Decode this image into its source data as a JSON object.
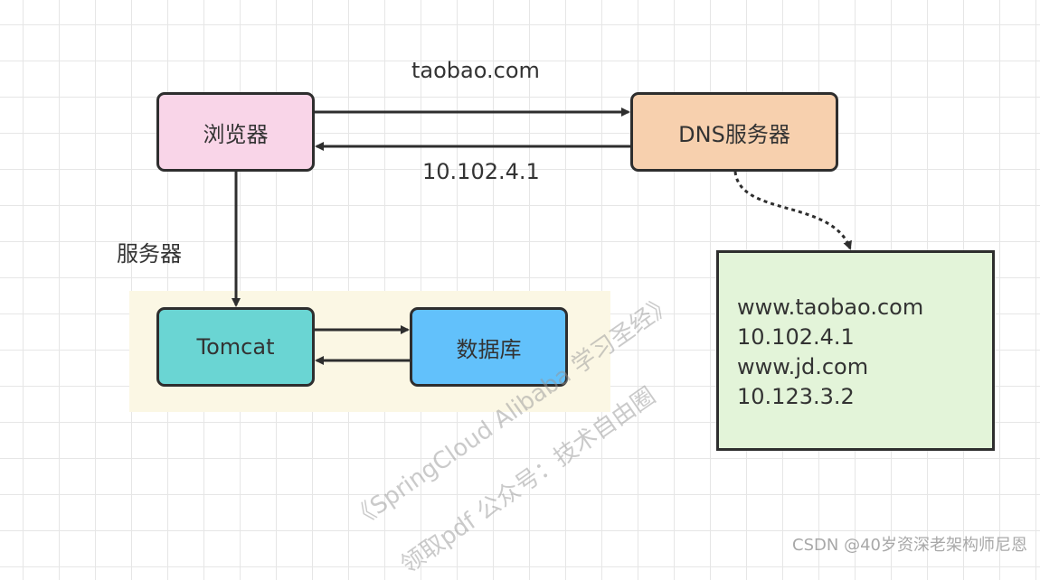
{
  "diagram": {
    "nodes": {
      "browser": "浏览器",
      "dns": "DNS服务器",
      "tomcat": "Tomcat",
      "database": "数据库"
    },
    "labels": {
      "request": "taobao.com",
      "response_ip": "10.102.4.1",
      "server": "服务器"
    },
    "dns_records": [
      "www.taobao.com",
      "10.102.4.1",
      "www.jd.com",
      "10.123.3.2"
    ]
  },
  "watermark": {
    "line1": "《SpringCloud Alibaba 学习圣经》",
    "line2": "领取pdf 公众号：技术自由圈"
  },
  "footer": {
    "credit": "CSDN @40岁资深老架构师尼恩"
  }
}
